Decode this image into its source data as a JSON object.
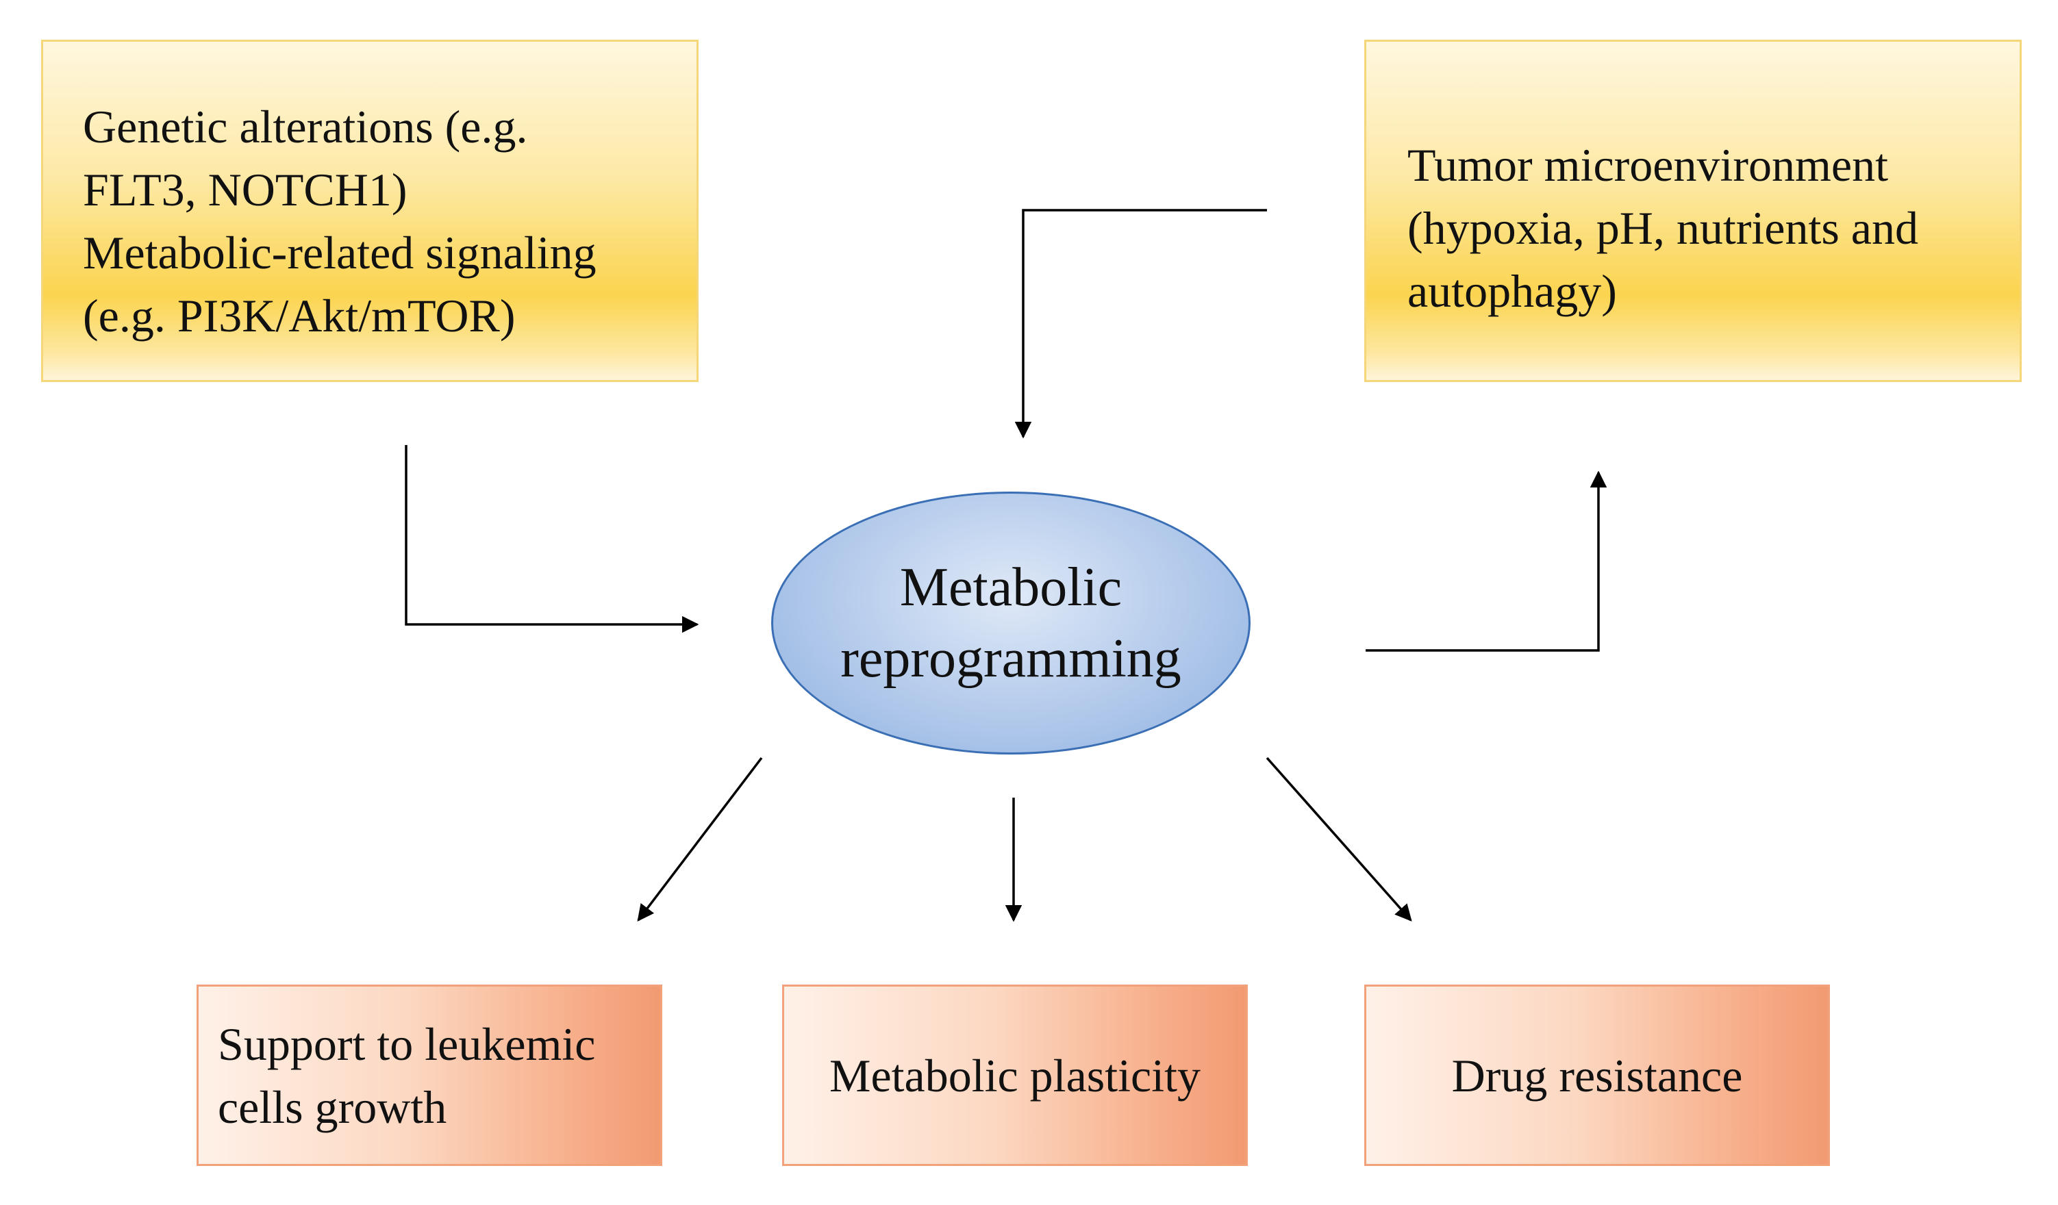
{
  "top_left_box": {
    "lines": [
      "Genetic alterations (e.g.",
      "FLT3, NOTCH1)",
      "Metabolic-related signaling",
      "(e.g. PI3K/Akt/mTOR)"
    ]
  },
  "top_right_box": {
    "lines": [
      "Tumor microenvironment",
      "(hypoxia, pH, nutrients and",
      "autophagy)"
    ]
  },
  "center_node": {
    "lines": [
      "Metabolic",
      "reprogramming"
    ]
  },
  "bottom_boxes": {
    "left": {
      "lines": [
        "Support to leukemic",
        "cells growth"
      ]
    },
    "middle": {
      "lines": [
        "Metabolic plasticity"
      ]
    },
    "right": {
      "lines": [
        "Drug resistance"
      ]
    }
  },
  "colors": {
    "yellow_box": "#fbd44f",
    "orange_box": "#f29a72",
    "ellipse_fill": "#b6ccec",
    "ellipse_border": "#3a6fb5",
    "arrow": "#000000"
  }
}
